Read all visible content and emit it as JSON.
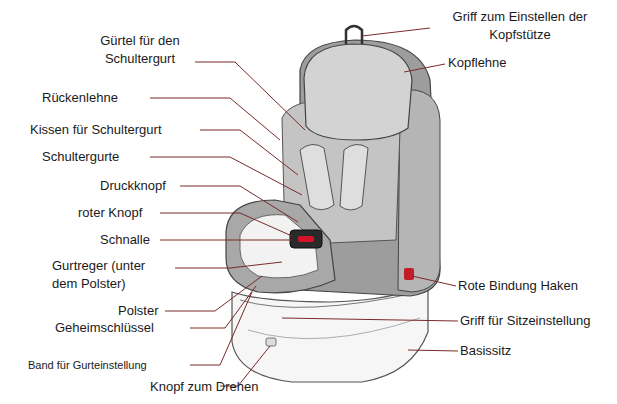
{
  "diagram": {
    "labels": [
      "Griff zum Einstellen der Kopfstütze",
      "Gürtel für den Schultergurt",
      "Kopflehne",
      "Rückenlehne",
      "Kissen für Schultergurt",
      "Schultergurte",
      "Druckknopf",
      "roter Knopf",
      "Schnalle",
      "Gurtreger (unter dem Polster)",
      "Rote Bindung Haken",
      "Polster",
      "Griff für Sitzeinstellung",
      "Geheimschlüssel",
      "Basissitz",
      "Band für Gurteinstellung",
      "Knopf zum Drehen"
    ]
  }
}
